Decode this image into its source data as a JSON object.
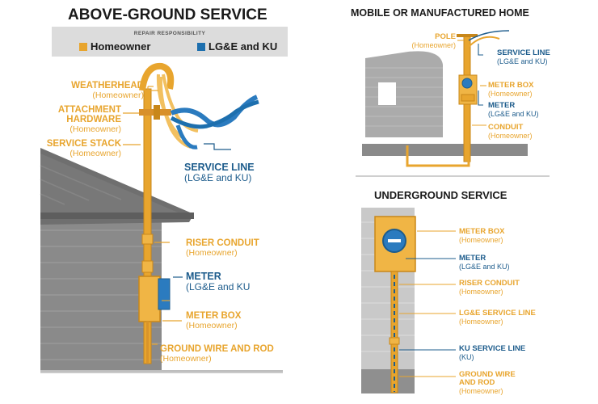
{
  "colors": {
    "homeowner": "#e8a52e",
    "lge_ku": "#1d5c8c",
    "legend_bg": "#dcdcdc",
    "house_gray": "#7d7d7d",
    "meter_blue": "#2b7bbf"
  },
  "above_ground": {
    "title": "ABOVE-GROUND SERVICE",
    "legend": {
      "caption": "REPAIR RESPONSIBILITY",
      "homeowner": "Homeowner",
      "utility": "LG&E and KU"
    },
    "labels": {
      "weatherhead": {
        "main": "WEATHERHEAD",
        "sub": "(Homeowner)"
      },
      "attachment": {
        "main1": "ATTACHMENT",
        "main2": "HARDWARE",
        "sub": "(Homeowner)"
      },
      "service_stack": {
        "main": "SERVICE STACK",
        "sub": "(Homeowner)"
      },
      "service_line": {
        "main": "SERVICE LINE",
        "sub": "(LG&E and KU)"
      },
      "riser_conduit": {
        "main": "RISER CONDUIT",
        "sub": "(Homeowner)"
      },
      "meter": {
        "main": "METER",
        "sub": "(LG&E and KU"
      },
      "meter_box": {
        "main": "METER BOX",
        "sub": "(Homeowner)"
      },
      "ground_wire": {
        "main": "GROUND WIRE AND ROD",
        "sub": "(Homeowner)"
      }
    }
  },
  "mobile": {
    "title": "MOBILE OR MANUFACTURED HOME",
    "labels": {
      "pole": {
        "main": "POLE",
        "sub": "(Homeowner)"
      },
      "service_line": {
        "main": "SERVICE LINE",
        "sub": "(LG&E and KU)"
      },
      "meter_box": {
        "main": "METER BOX",
        "sub": "(Homeowner)"
      },
      "meter": {
        "main": "METER",
        "sub": "(LG&E and KU)"
      },
      "conduit": {
        "main": "CONDUIT",
        "sub": "(Homeowner)"
      }
    }
  },
  "underground": {
    "title": "UNDERGROUND SERVICE",
    "labels": {
      "meter_box": {
        "main": "METER BOX",
        "sub": "(Homeowner)"
      },
      "meter": {
        "main": "METER",
        "sub": "(LG&E and KU)"
      },
      "riser_conduit": {
        "main": "RISER CONDUIT",
        "sub": "(Homeowner)"
      },
      "lge_service_line": {
        "main": "LG&E SERVICE LINE",
        "sub": "(Homeowner)"
      },
      "ku_service_line": {
        "main": "KU SERVICE LINE",
        "sub": "(KU)"
      },
      "ground_wire": {
        "main1": "GROUND WIRE",
        "main2": "AND ROD",
        "sub": "(Homeowner)"
      }
    }
  }
}
